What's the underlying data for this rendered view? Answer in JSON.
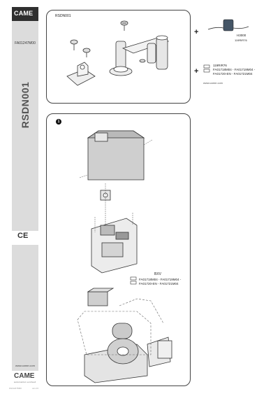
{
  "brand": {
    "name": "CAME",
    "tagline": "automation evolved"
  },
  "sidebar": {
    "doc_code": "FA01247M00",
    "product_code": "RSDN001",
    "ce_mark": "CE",
    "url": "www.came.com"
  },
  "kit_panel": {
    "title": "RSDN001"
  },
  "accessories": {
    "plus1": "+",
    "plus2": "+",
    "h3000": {
      "name": "H3000",
      "ref": "119RIR76"
    },
    "board": {
      "ref1": "119RIR76",
      "ref2": "FA01718M04 - FA01719M04 -",
      "ref3": "FA01720-EN - FA01721M04"
    },
    "url": "www.came.com"
  },
  "install_panel": {
    "step_number": "1",
    "bxv": {
      "name": "BXV",
      "refs1": "FA01718M04 - FA01719M04 -",
      "refs2": "FA01720-EN - FA01721M04"
    }
  },
  "footer": {
    "left": "FA01247M00",
    "right": "ver.2.0"
  }
}
